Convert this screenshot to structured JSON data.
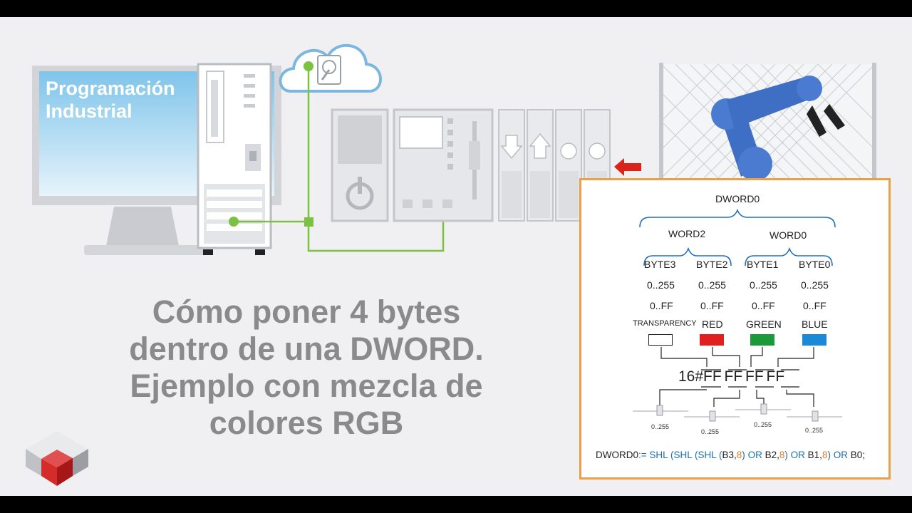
{
  "banner": {
    "monitor_title_line1": "Programación",
    "monitor_title_line2": "Industrial"
  },
  "headline": {
    "line1": "Cómo poner 4 bytes",
    "line2": "dentro de una DWORD.",
    "line3": "Ejemplo con mezcla de",
    "line4": "colores RGB"
  },
  "diagram": {
    "dword_label": "DWORD0",
    "word_high": "WORD2",
    "word_low": "WORD0",
    "bytes": [
      {
        "name": "BYTE3",
        "dec_range": "0..255",
        "hex_range": "0..FF",
        "channel": "TRANSPARENCY",
        "color": "#ffffff"
      },
      {
        "name": "BYTE2",
        "dec_range": "0..255",
        "hex_range": "0..FF",
        "channel": "RED",
        "color": "#e02020"
      },
      {
        "name": "BYTE1",
        "dec_range": "0..255",
        "hex_range": "0..FF",
        "channel": "GREEN",
        "color": "#1a9a3a"
      },
      {
        "name": "BYTE0",
        "dec_range": "0..255",
        "hex_range": "0..FF",
        "channel": "BLUE",
        "color": "#1a8ad8"
      }
    ],
    "hex_value": {
      "prefix": "16#",
      "b3": "FF",
      "b2": "FF",
      "b1": "FF",
      "b0": "FF"
    },
    "slider_labels": [
      "0..255",
      "0..255",
      "0..255",
      "0..255"
    ],
    "code": {
      "lhs": "DWORD0",
      "op_assign": ":=",
      "shl": "SHL",
      "open": "(",
      "b3": "B3",
      "comma": ",",
      "eight": "8",
      "close": ")",
      "or": "OR",
      "b2": "B2",
      "b1": "B1",
      "b0": "B0",
      "end": ";"
    }
  },
  "colors": {
    "panel_border": "#e8a04a",
    "robot_blue": "#3f6fc4",
    "network_green": "#7cc242",
    "arrow_red": "#d9241c",
    "headline_gray": "#8a8a8a",
    "code_keyword": "#1c6fb0",
    "code_number": "#e07b2a"
  },
  "icons": [
    "cloud-hdd-icon",
    "power-icon",
    "robot-arm-icon",
    "red-arrow-icon",
    "logo-cubes-icon"
  ]
}
